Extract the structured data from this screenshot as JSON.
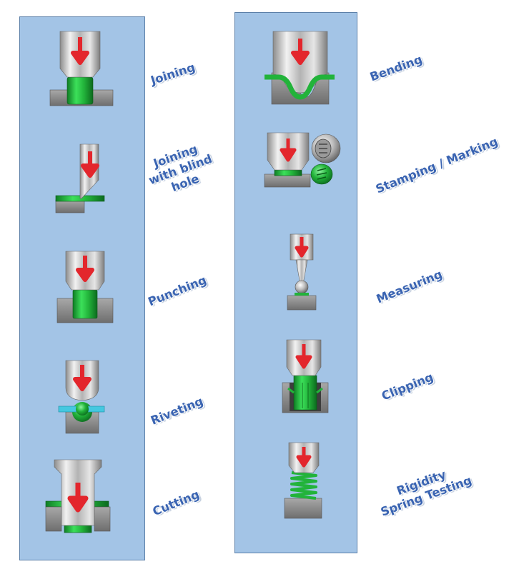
{
  "operations_left": [
    {
      "label": "Joining"
    },
    {
      "label": "Joining\nwith blind\nhole"
    },
    {
      "label": "Punching"
    },
    {
      "label": "Riveting"
    },
    {
      "label": "Cutting"
    }
  ],
  "operations_right": [
    {
      "label": "Bending"
    },
    {
      "label": "Stamping / Marking"
    },
    {
      "label": "Measuring"
    },
    {
      "label": "Clipping"
    },
    {
      "label": "Rigidity\nSpring Testing"
    }
  ],
  "colors": {
    "panel_fill": "#a3c4e6",
    "panel_border": "#5b7fa8",
    "label_text": "#3a64b2",
    "part_green": "#22b33a",
    "arrow_red": "#e3262c",
    "tool_steel": "#b8b8b8",
    "base_gray": "#8a8a8a",
    "rivet_plate_cyan": "#45c8e0"
  }
}
